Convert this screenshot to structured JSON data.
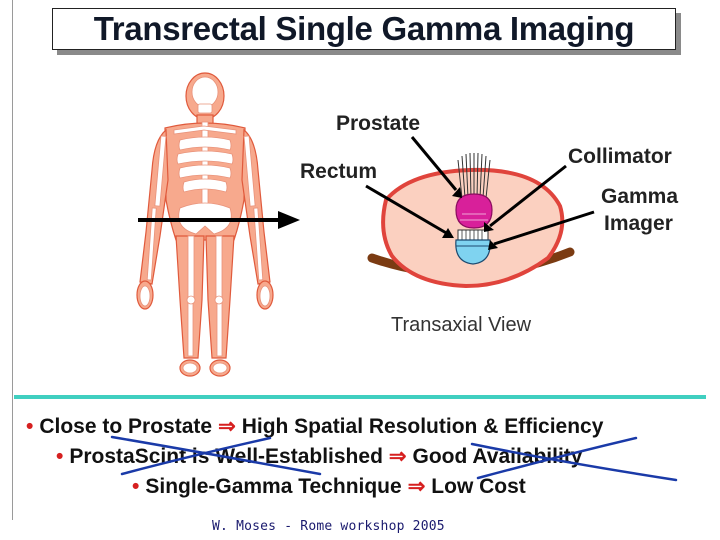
{
  "title": "Transrectal Single Gamma Imaging",
  "diagram": {
    "labels": {
      "prostate": "Prostate",
      "rectum": "Rectum",
      "collimator": "Collimator",
      "gamma_imager_line1": "Gamma",
      "gamma_imager_line2": "Imager",
      "view": "Transaxial View"
    }
  },
  "bullets": [
    {
      "left": "Close to Prostate",
      "arrow": "⇒",
      "right": "High Spatial Resolution & Efficiency"
    },
    {
      "left": "ProstaScint is Well-Established",
      "arrow": "⇒",
      "right": "Good Availability"
    },
    {
      "left": "Single-Gamma Technique",
      "arrow": "⇒",
      "right": "Low Cost"
    }
  ],
  "bullet_marker": "•",
  "footer": "W. Moses - Rome workshop 2005",
  "colors": {
    "skin": "#f7a98d",
    "bone": "#ffffff",
    "body_outline": "#e05a3c",
    "cross_section_fill": "#fbd0c0",
    "cross_section_outline": "#e0443c",
    "prostate": "#d8209a",
    "imager": "#7fd3f0",
    "table": "#7b3b12",
    "teal_rule": "#40cfc0",
    "strike": "#1a3aa8",
    "arrow_symbol": "#d62020"
  }
}
